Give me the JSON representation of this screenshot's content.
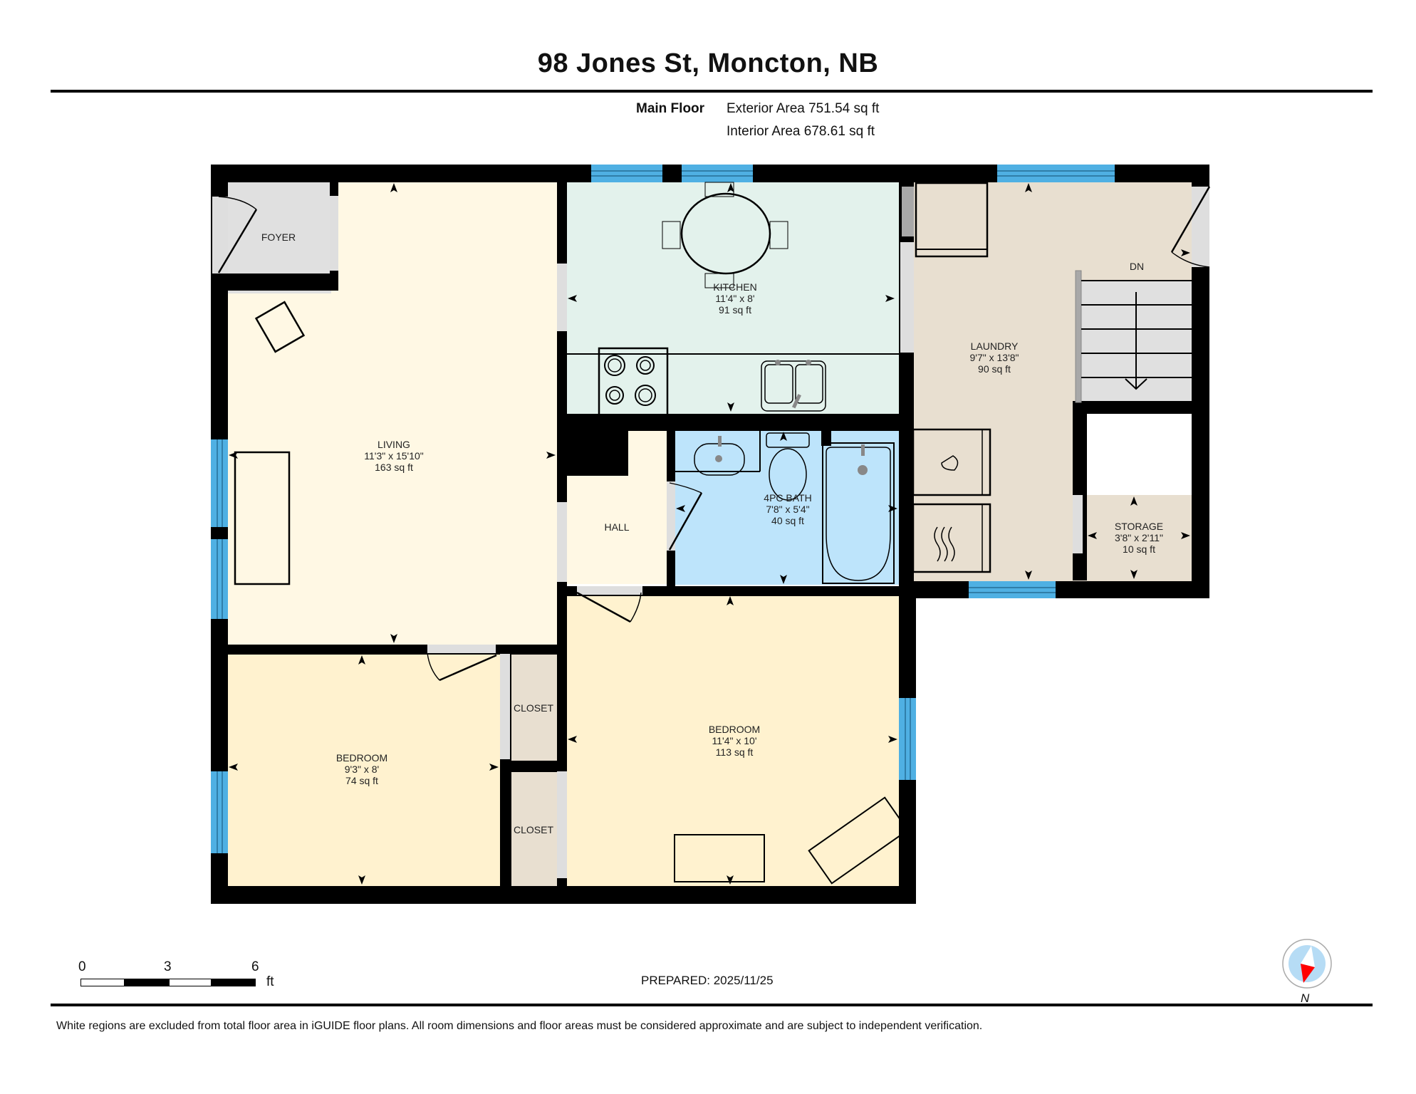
{
  "header": {
    "title": "98 Jones St, Moncton, NB",
    "floor_label": "Main Floor",
    "exterior_area": "Exterior Area 751.54 sq ft",
    "interior_area": "Interior Area 678.61 sq ft"
  },
  "rooms": [
    {
      "name": "FOYER",
      "dims": "",
      "area": ""
    },
    {
      "name": "LIVING",
      "dims": "11'3\" x 15'10\"",
      "area": "163 sq ft"
    },
    {
      "name": "KITCHEN",
      "dims": "11'4\" x 8'",
      "area": "91 sq ft"
    },
    {
      "name": "LAUNDRY",
      "dims": "9'7\" x 13'8\"",
      "area": "90 sq ft"
    },
    {
      "name": "DN",
      "dims": "",
      "area": ""
    },
    {
      "name": "HALL",
      "dims": "",
      "area": ""
    },
    {
      "name": "4PC BATH",
      "dims": "7'8\" x 5'4\"",
      "area": "40 sq ft"
    },
    {
      "name": "STORAGE",
      "dims": "3'8\" x 2'11\"",
      "area": "10 sq ft"
    },
    {
      "name": "BEDROOM",
      "dims": "9'3\" x 8'",
      "area": "74 sq ft"
    },
    {
      "name": "CLOSET",
      "dims": "",
      "area": ""
    },
    {
      "name": "CLOSET",
      "dims": "",
      "area": ""
    },
    {
      "name": "BEDROOM",
      "dims": "11'4\" x 10'",
      "area": "113 sq ft"
    }
  ],
  "colors": {
    "wall": "#000000",
    "window": "#4fb0e3",
    "living": "#fff8e4",
    "bedroom": "#fff2cf",
    "kitchen": "#e3f2ec",
    "bath": "#bde4fb",
    "laundry": "#e8dfd0",
    "closet": "#e8dfd0",
    "foyer": "#e0e0e0",
    "doorway": "#dedede"
  },
  "scale_bar": {
    "labels": [
      "0",
      "3",
      "6"
    ],
    "unit": "ft"
  },
  "footer": {
    "prepared": "PREPARED: 2025/11/25",
    "compass_label": "N",
    "disclaimer": "White regions are excluded from total floor area in iGUIDE floor plans. All room dimensions and floor areas must be considered approximate and are subject to independent verification."
  }
}
